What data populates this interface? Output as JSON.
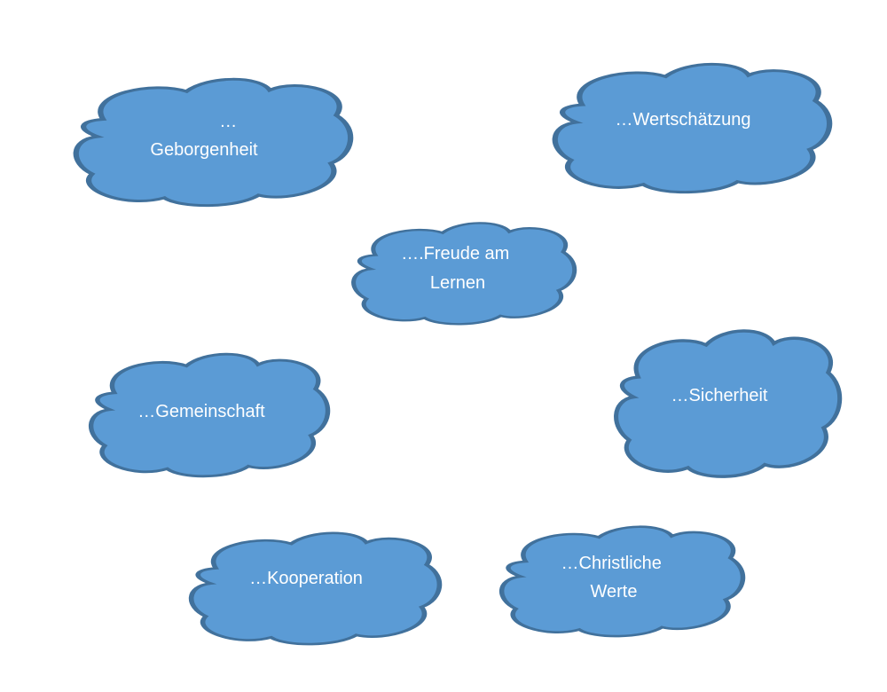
{
  "colors": {
    "cloud_fill": "#5B9BD5",
    "cloud_stroke": "#41719C",
    "text": "#FFFFFF"
  },
  "clouds": [
    {
      "id": "geborgenheit",
      "lines": [
        "…",
        "Geborgenheit"
      ]
    },
    {
      "id": "wertschaetzung",
      "lines": [
        "…Wertschätzung"
      ]
    },
    {
      "id": "freude",
      "lines": [
        "….Freude am",
        "Lernen"
      ]
    },
    {
      "id": "gemeinschaft",
      "lines": [
        "…Gemeinschaft"
      ]
    },
    {
      "id": "sicherheit",
      "lines": [
        "…Sicherheit"
      ]
    },
    {
      "id": "kooperation",
      "lines": [
        "…Kooperation"
      ]
    },
    {
      "id": "christliche-werte",
      "lines": [
        "…Christliche",
        "Werte"
      ]
    }
  ]
}
